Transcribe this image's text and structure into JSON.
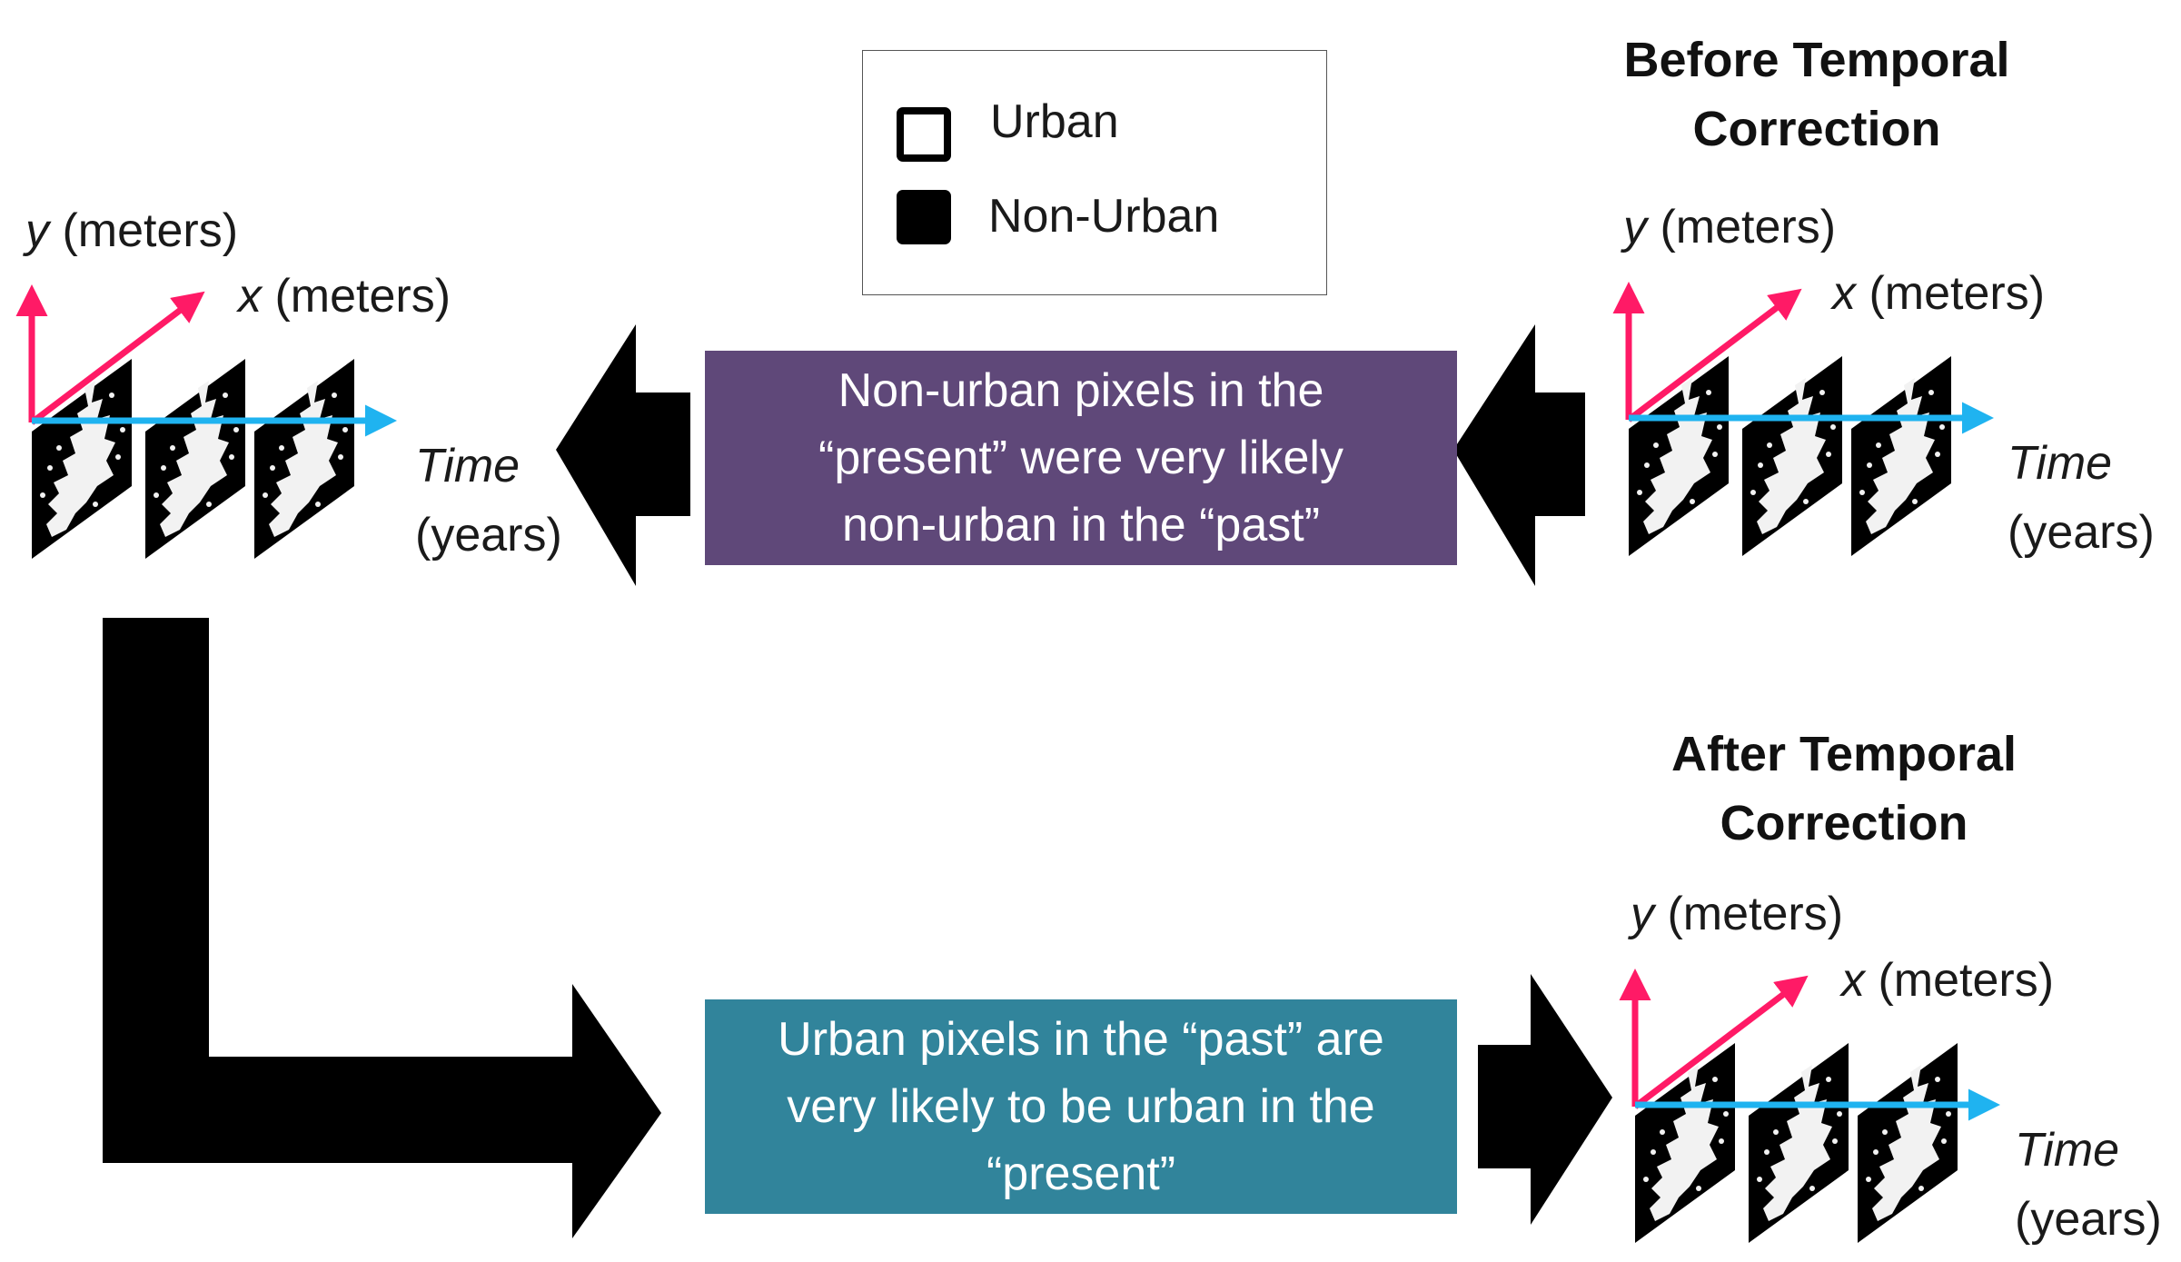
{
  "legend": {
    "urban_label": "Urban",
    "non_urban_label": "Non-Urban"
  },
  "before": {
    "title_line1": "Before Temporal",
    "title_line2": "Correction"
  },
  "after": {
    "title_line1": "After Temporal",
    "title_line2": "Correction"
  },
  "axes": {
    "y_var": "y",
    "y_unit": "(meters)",
    "x_var": "x",
    "x_unit": "(meters)",
    "time_var": "Time",
    "time_unit": "(years)"
  },
  "boxes": {
    "purple": {
      "line1": "Non-urban pixels in the",
      "line2": "“present” were very likely",
      "line3": "non-urban in the “past”"
    },
    "teal": {
      "line1": "Urban pixels in the “past” are",
      "line2": "very likely  to be urban in the",
      "line3": "“present”"
    }
  },
  "colors": {
    "purple_box": "#5f4879",
    "teal_box": "#31849b",
    "y_axis": "#ff1a66",
    "x_axis": "#ff1a66",
    "time_axis": "#1fb3f0",
    "arrow": "#000000"
  }
}
